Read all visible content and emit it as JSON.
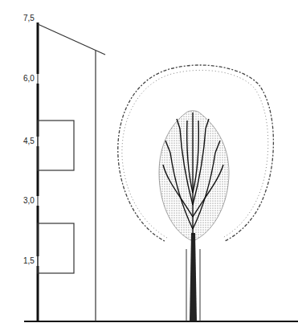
{
  "diagram": {
    "labels": [
      "7,5",
      "6,0",
      "4,5",
      "3,0",
      "1,5"
    ]
  }
}
